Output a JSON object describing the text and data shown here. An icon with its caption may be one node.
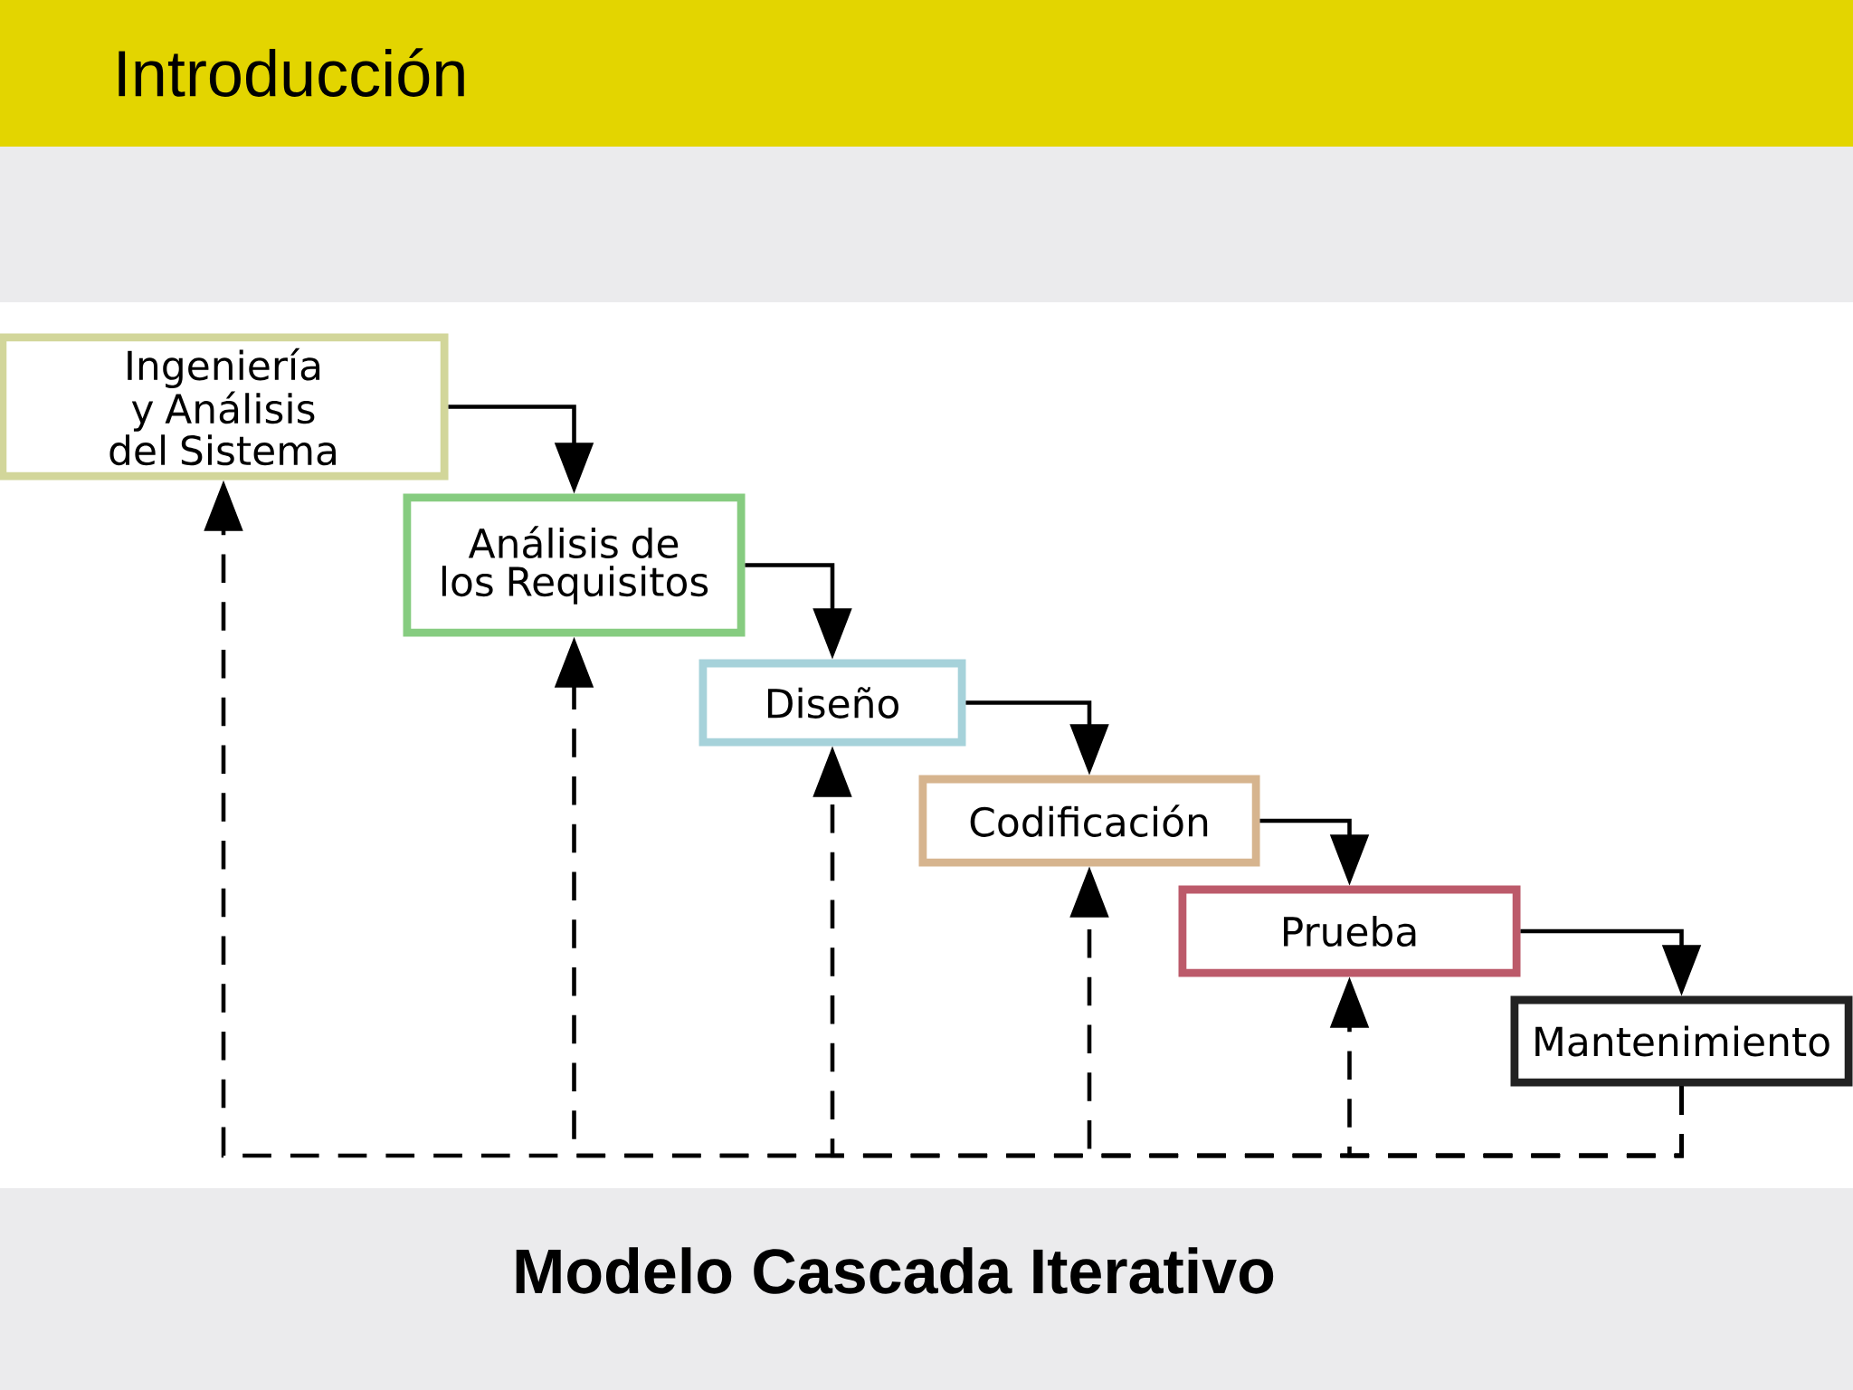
{
  "diagram": {
    "title": "Introducción",
    "caption": "Modelo Cascada Iterativo",
    "nodes": [
      {
        "text": [
          "Ingeniería y Análisis del Sistema"
        ]
      },
      {
        "text": [
          "Análisis de los Requisitos"
        ]
      },
      {
        "text": [
          "Diseño"
        ]
      },
      {
        "text": [
          "Codificación"
        ]
      },
      {
        "text": [
          "Prueba"
        ]
      },
      {
        "text": [
          "Mantenimiento"
        ]
      }
    ],
    "edges": [
      {
        "from": 0,
        "to": 1,
        "arrow": "to"
      },
      {
        "from": 1,
        "to": 2,
        "arrow": "to"
      },
      {
        "from": 2,
        "to": 3,
        "arrow": "to"
      },
      {
        "from": 3,
        "to": 4,
        "arrow": "to"
      },
      {
        "from": 4,
        "to": 5,
        "arrow": "to"
      },
      {
        "from": 5,
        "to": 0,
        "arrow": "to",
        "style": "dashed"
      },
      {
        "from": 5,
        "to": 1,
        "arrow": "to",
        "style": "dashed"
      },
      {
        "from": 5,
        "to": 2,
        "arrow": "to",
        "style": "dashed"
      },
      {
        "from": 5,
        "to": 3,
        "arrow": "to",
        "style": "dashed"
      },
      {
        "from": 5,
        "to": 4,
        "arrow": "to",
        "style": "dashed"
      }
    ]
  }
}
